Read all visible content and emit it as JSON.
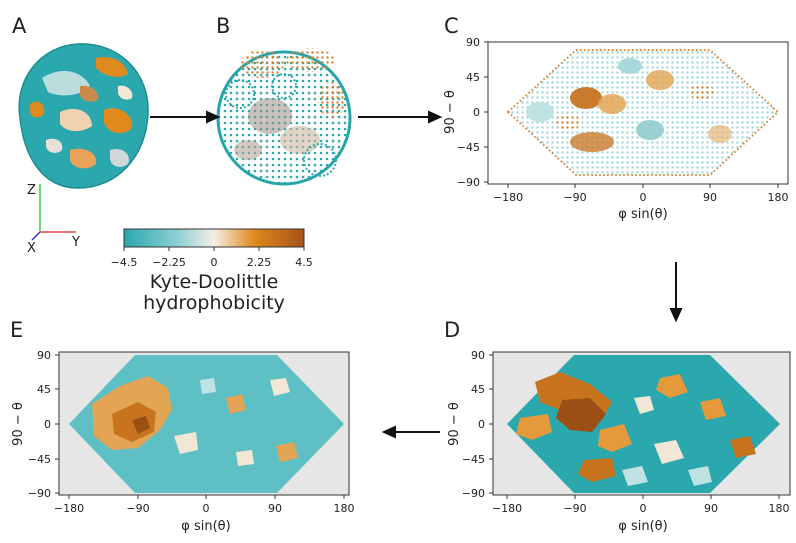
{
  "panels": {
    "a": "A",
    "b": "B",
    "c": "C",
    "d": "D",
    "e": "E"
  },
  "axes_triad": {
    "z": "Z",
    "x": "X",
    "y": "Y"
  },
  "colors": {
    "hydrophilic": "#2aa8ad",
    "neutral": "#f4efe6",
    "hydrophobic_mid": "#e08a1e",
    "hydrophobic_high": "#a4521a",
    "map_background": "#e6e6e6",
    "arrow": "#111111"
  },
  "colorbar": {
    "ticks": [
      "−4.5",
      "−2.25",
      "0",
      "2.25",
      "4.5"
    ],
    "title_line1": "Kyte-Doolittle",
    "title_line2": "hydrophobicity",
    "min": -4.5,
    "max": 4.5
  },
  "map_axes": {
    "x_ticks": [
      "−180",
      "−90",
      "0",
      "90",
      "180"
    ],
    "y_ticks": [
      "90",
      "45",
      "0",
      "−45",
      "−90"
    ],
    "xlabel": "φ sin(θ)",
    "ylabel": "90 − θ"
  },
  "flow": [
    "A",
    "B",
    "C",
    "D",
    "E"
  ]
}
